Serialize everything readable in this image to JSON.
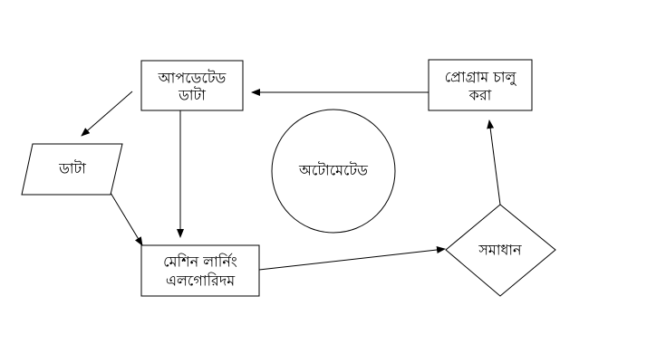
{
  "nodes": {
    "updated_data": {
      "lines": [
        "আপডেটেড",
        "ডাটা"
      ]
    },
    "start_program": {
      "lines": [
        "প্রোগ্রাম চালু",
        "করা"
      ]
    },
    "data": {
      "label": "ডাটা"
    },
    "automated": {
      "label": "অটোমেটেড"
    },
    "ml_algorithm": {
      "lines": [
        "মেশিন লার্নিং",
        "এলগোরিদম"
      ]
    },
    "solution": {
      "label": "সমাধান"
    }
  },
  "colors": {
    "stroke": "#000000",
    "fill": "#ffffff",
    "text": "#000000"
  }
}
